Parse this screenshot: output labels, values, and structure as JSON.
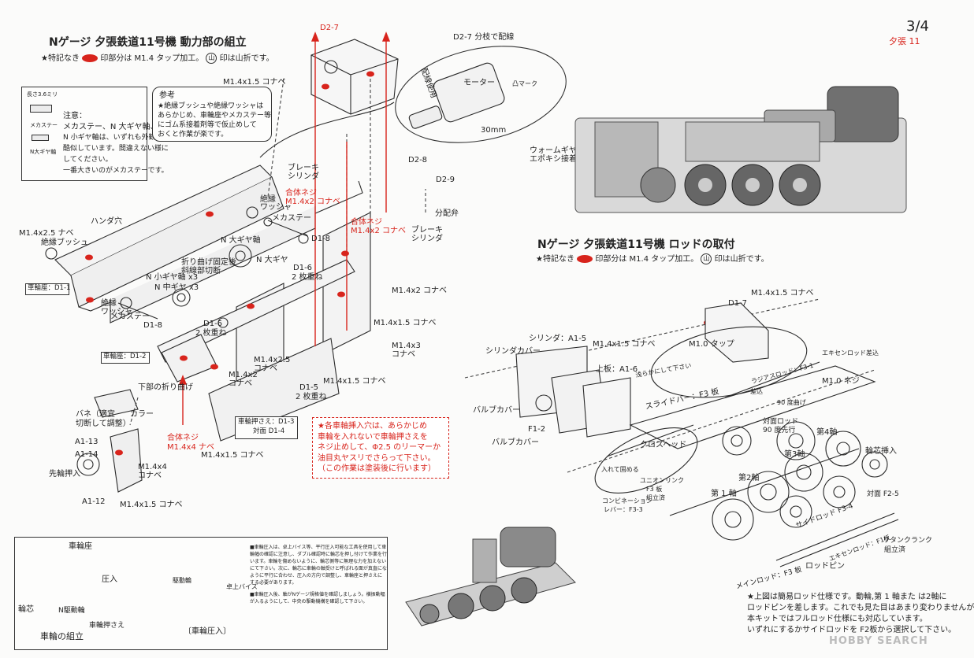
{
  "page_number": "3/4",
  "page_tag": "夕張 11",
  "section1": {
    "title": "Nゲージ 夕張鉄道11号機 動力部の組立",
    "legend_star": "★特記なき",
    "legend_mid": "印部分は M1.4 タップ加工。",
    "legend_mountain": "山",
    "legend_end": "印は山折です。"
  },
  "section2": {
    "title": "Nゲージ 夕張鉄道11号機 ロッドの取付",
    "legend_star": "★特記なき",
    "legend_mid": "印部分は M1.4 タップ加工。",
    "legend_mountain": "山",
    "legend_end": "印は山折です。"
  },
  "note_box": {
    "dim_label": "長さ3.6ミリ",
    "spacer_label": "メカステー",
    "gear_label": "N大ギヤ軸",
    "heading": "注意：",
    "lines": [
      "メカステー、N 大ギヤ軸、",
      "N 小ギヤ軸は、いずれも外観が",
      "酷似しています。間違えない様に",
      "してください。",
      "一番大きいのがメカステーです。"
    ]
  },
  "ref_box": {
    "heading": "参考",
    "lines": [
      "★絶縁ブッシュや絶縁ワッシャは",
      "あらかじめ、車輪座やメカステー等",
      "にゴム系接着剤等で仮止めして",
      "おくと作業が楽です。"
    ]
  },
  "red_note": {
    "lines": [
      "★各車軸挿入穴は、あらかじめ",
      "車輪を入れないで車輪押さえを",
      "ネジ止めして、Φ2.5 のリーマーか",
      "油目丸ヤスリでさらって下さい。",
      "（この作業は塗装後に行います）"
    ]
  },
  "labels_left": {
    "d2_7_top": "D2-7",
    "screw_top": "M1.4x1.5 コナベ",
    "brake_cyl_1": "ブレーキ",
    "brake_cyl_2": "シリンダ",
    "assembly_screw_1a": "合体ネジ",
    "assembly_screw_1b": "M1.4x2 コナベ",
    "assembly_screw_2a": "合体ネジ",
    "assembly_screw_2b": "M1.4x2 コナベ",
    "brake_cyl2_1": "ブレーキ",
    "brake_cyl2_2": "シリンダ",
    "d2_8": "D2-8",
    "d2_9": "D2-9",
    "valve": "分配弁",
    "insul_washer": "絶縁",
    "insul_washer2": "ワッシャ",
    "mecha_stay": "メカステー",
    "d1_8a": "D1-8",
    "solder_hole": "ハンダ穴",
    "m14_25": "M1.4x2.5 ナベ",
    "insul_bush": "絶縁ブッシュ",
    "n_big_shaft": "N 大ギヤ軸",
    "fold_fix_1": "折り曲げ固定後",
    "fold_fix_2": "斜線部切断",
    "n_big_gear": "N 大ギヤ",
    "n_small_shaft": "N 小ギヤ軸 x3",
    "n_mid_gear": "N 中ギヤ x3",
    "d1_6a": "D1-6",
    "d1_6a_sub": "2 枚重ね",
    "wheel_seat_d1_1": "車輪座：D1-1",
    "insul_washer3": "絶縁",
    "insul_washer3b": "ワッシャ",
    "mecha_stay2": "メカステー",
    "d1_8b": "D1-8",
    "d1_6b": "D1-6",
    "d1_6b_sub": "2 枚重ね",
    "m14_2": "M1.4x2 コナベ",
    "m14_15_mid": "M1.4x1.5 コナベ",
    "m14_3": "M1.4x3",
    "m14_3b": "コナベ",
    "wheel_seat_d1_2": "車輪座：D1-2",
    "m14_25b": "M1.4x2.5",
    "m14_25b2": "コナベ",
    "m14_2b": "M1.4x2",
    "m14_2b2": "コナベ",
    "d1_5": "D1-5",
    "d1_5_sub": "2 枚重ね",
    "m14_15_low": "M1.4x1.5 コナベ",
    "bottom_fold": "下部の折り曲げ",
    "spring_1": "バネ（適宜",
    "spring_2": "切断して調整）",
    "collar": "カラー",
    "a1_13": "A1-13",
    "a1_14": "A1-14",
    "lead_insert": "先輪押入",
    "a1_12": "A1-12",
    "assembly_screw_3a": "合体ネジ",
    "assembly_screw_3b": "M1.4x4 ナベ",
    "m14_4": "M1.4x4",
    "m14_4b": "コナベ",
    "m14_15_bot": "M1.4x1.5 コナベ",
    "m14_15_bot2": "M1.4x1.5 コナベ",
    "wheel_press_1": "車輪押さえ：D1-3",
    "wheel_press_2": "対面 D1-4"
  },
  "labels_motor": {
    "wiring": "D2-7 分枝で配線",
    "wiring2": "配線使用",
    "motor": "モーター",
    "mark": "凸マーク",
    "dim": "30mm",
    "worm_1": "ウォームギヤ",
    "worm_2": "エポキシ接着取付"
  },
  "labels_right": {
    "d1_7": "D1-7",
    "m14_15_top": "M1.4x1.5 コナベ",
    "m1_tap": "M1.0 タップ",
    "eccentric_rod": "エキセンロッド差込",
    "m1_screw": "M1.0 ネジ",
    "radius_rod": "ラジアスロッド：F3-1",
    "insert": "差込",
    "fold_90": "90 度曲げ",
    "cylinder": "シリンダ：A1-5",
    "m14_15_cyl": "M1.4x1.5 コナベ",
    "cyl_cover": "シリンダカバー",
    "top_plate": "上板：A1-6",
    "shallow": "浅らかにして下さい",
    "slide_bar": "スライドバー：F3 板",
    "valve_cover": "バルブカバー",
    "f1_2": "F1-2",
    "valve_cover2": "バルブカバー",
    "crosshead": "クロスヘッド",
    "insert_fix": "入れて固める",
    "union_link_1": "ユニオンリンク",
    "union_link_2": "F3 板",
    "union_link_3": "組立済",
    "combination_1": "コンビネーション",
    "combination_2": "レバー：F3-3",
    "counter_rod_1": "対面ロッド",
    "counter_rod_2": "90 度先行",
    "axle4": "第4軸",
    "axle3": "第3軸",
    "axle2": "第2軸",
    "axle1": "第 1 軸",
    "axle_insert": "輪芯挿入",
    "side_rod": "サイドロッド F3-4",
    "opposite_f2_5": "対面 F2-5",
    "ecc_rod_f1": "エキセンロッド：F1板",
    "return_crank_1": "リタンクランク",
    "return_crank_2": "組立済",
    "main_rod": "メインロッド：F3 板",
    "rod_pin": "ロッドピン"
  },
  "bottom_note": {
    "lines": [
      "★上図は簡易ロッド仕様です。動輪,第 1 軸また は2軸に",
      "ロッドピンを差します。これでも見た目はあまり変わりませんが",
      "本キットではフルロッド仕様にも対応しています。",
      "いずれにするかサイドロッドを F2板から選択して下さい。"
    ]
  },
  "wheel_box": {
    "wheel_seat": "車輪座",
    "press_in": "圧入",
    "wheel_core": "輪芯",
    "n_drive": "N駆動輪",
    "assembly": "車輪の組立",
    "wheel_press": "車輪押さえ",
    "text_1": [
      "■車輪圧入は、卓上バイス等、平行圧入可能な工具を使用して車",
      "輪幅の確認に注意し、ダブル確認時に輪芯を押し付けて作業を行",
      "います。車輪を傷めないように、輪芯側等に無理な力を加えない",
      "にて下さい。次に、輪芯に車輪の軸受けと呼ばれる面が真直にな",
      "ように平行に合わせ、圧入の方向で調整し、車輪座と押さえに",
      "する必要があります。"
    ],
    "text_2": [
      "■車輪圧入後、軸がNゲージ規格値を確認しましょう。横振動幅",
      "が入るようにして、中央の駆動機構を確認して下さい。"
    ],
    "vise": "卓上バイス",
    "press_label": "〔車輪圧入〕",
    "drive_label": "駆動輪"
  },
  "watermark": "HOBBY SEARCH",
  "colors": {
    "accent_red": "#d8241c",
    "ink": "#222222"
  }
}
